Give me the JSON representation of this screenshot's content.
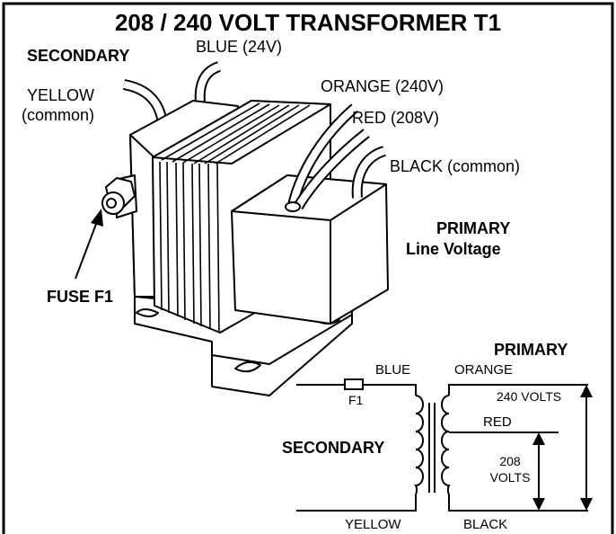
{
  "title": "208 / 240 VOLT TRANSFORMER T1",
  "illustration": {
    "secondary_label": "SECONDARY",
    "lead_blue": "BLUE (24V)",
    "lead_yellow_line1": "YELLOW",
    "lead_yellow_line2": "(common)",
    "lead_orange": "ORANGE (240V)",
    "lead_red": "RED (208V)",
    "lead_black": "BLACK (common)",
    "primary_line1": "PRIMARY",
    "primary_line2": "Line Voltage",
    "fuse_label": "FUSE F1"
  },
  "schematic": {
    "primary_title": "PRIMARY",
    "secondary_title": "SECONDARY",
    "wire_blue": "BLUE",
    "fuse_ref": "F1",
    "wire_yellow": "YELLOW",
    "wire_orange": "ORANGE",
    "wire_red": "RED",
    "wire_black": "BLACK",
    "volts_240": "240 VOLTS",
    "volts_208_line1": "208",
    "volts_208_line2": "VOLTS"
  }
}
